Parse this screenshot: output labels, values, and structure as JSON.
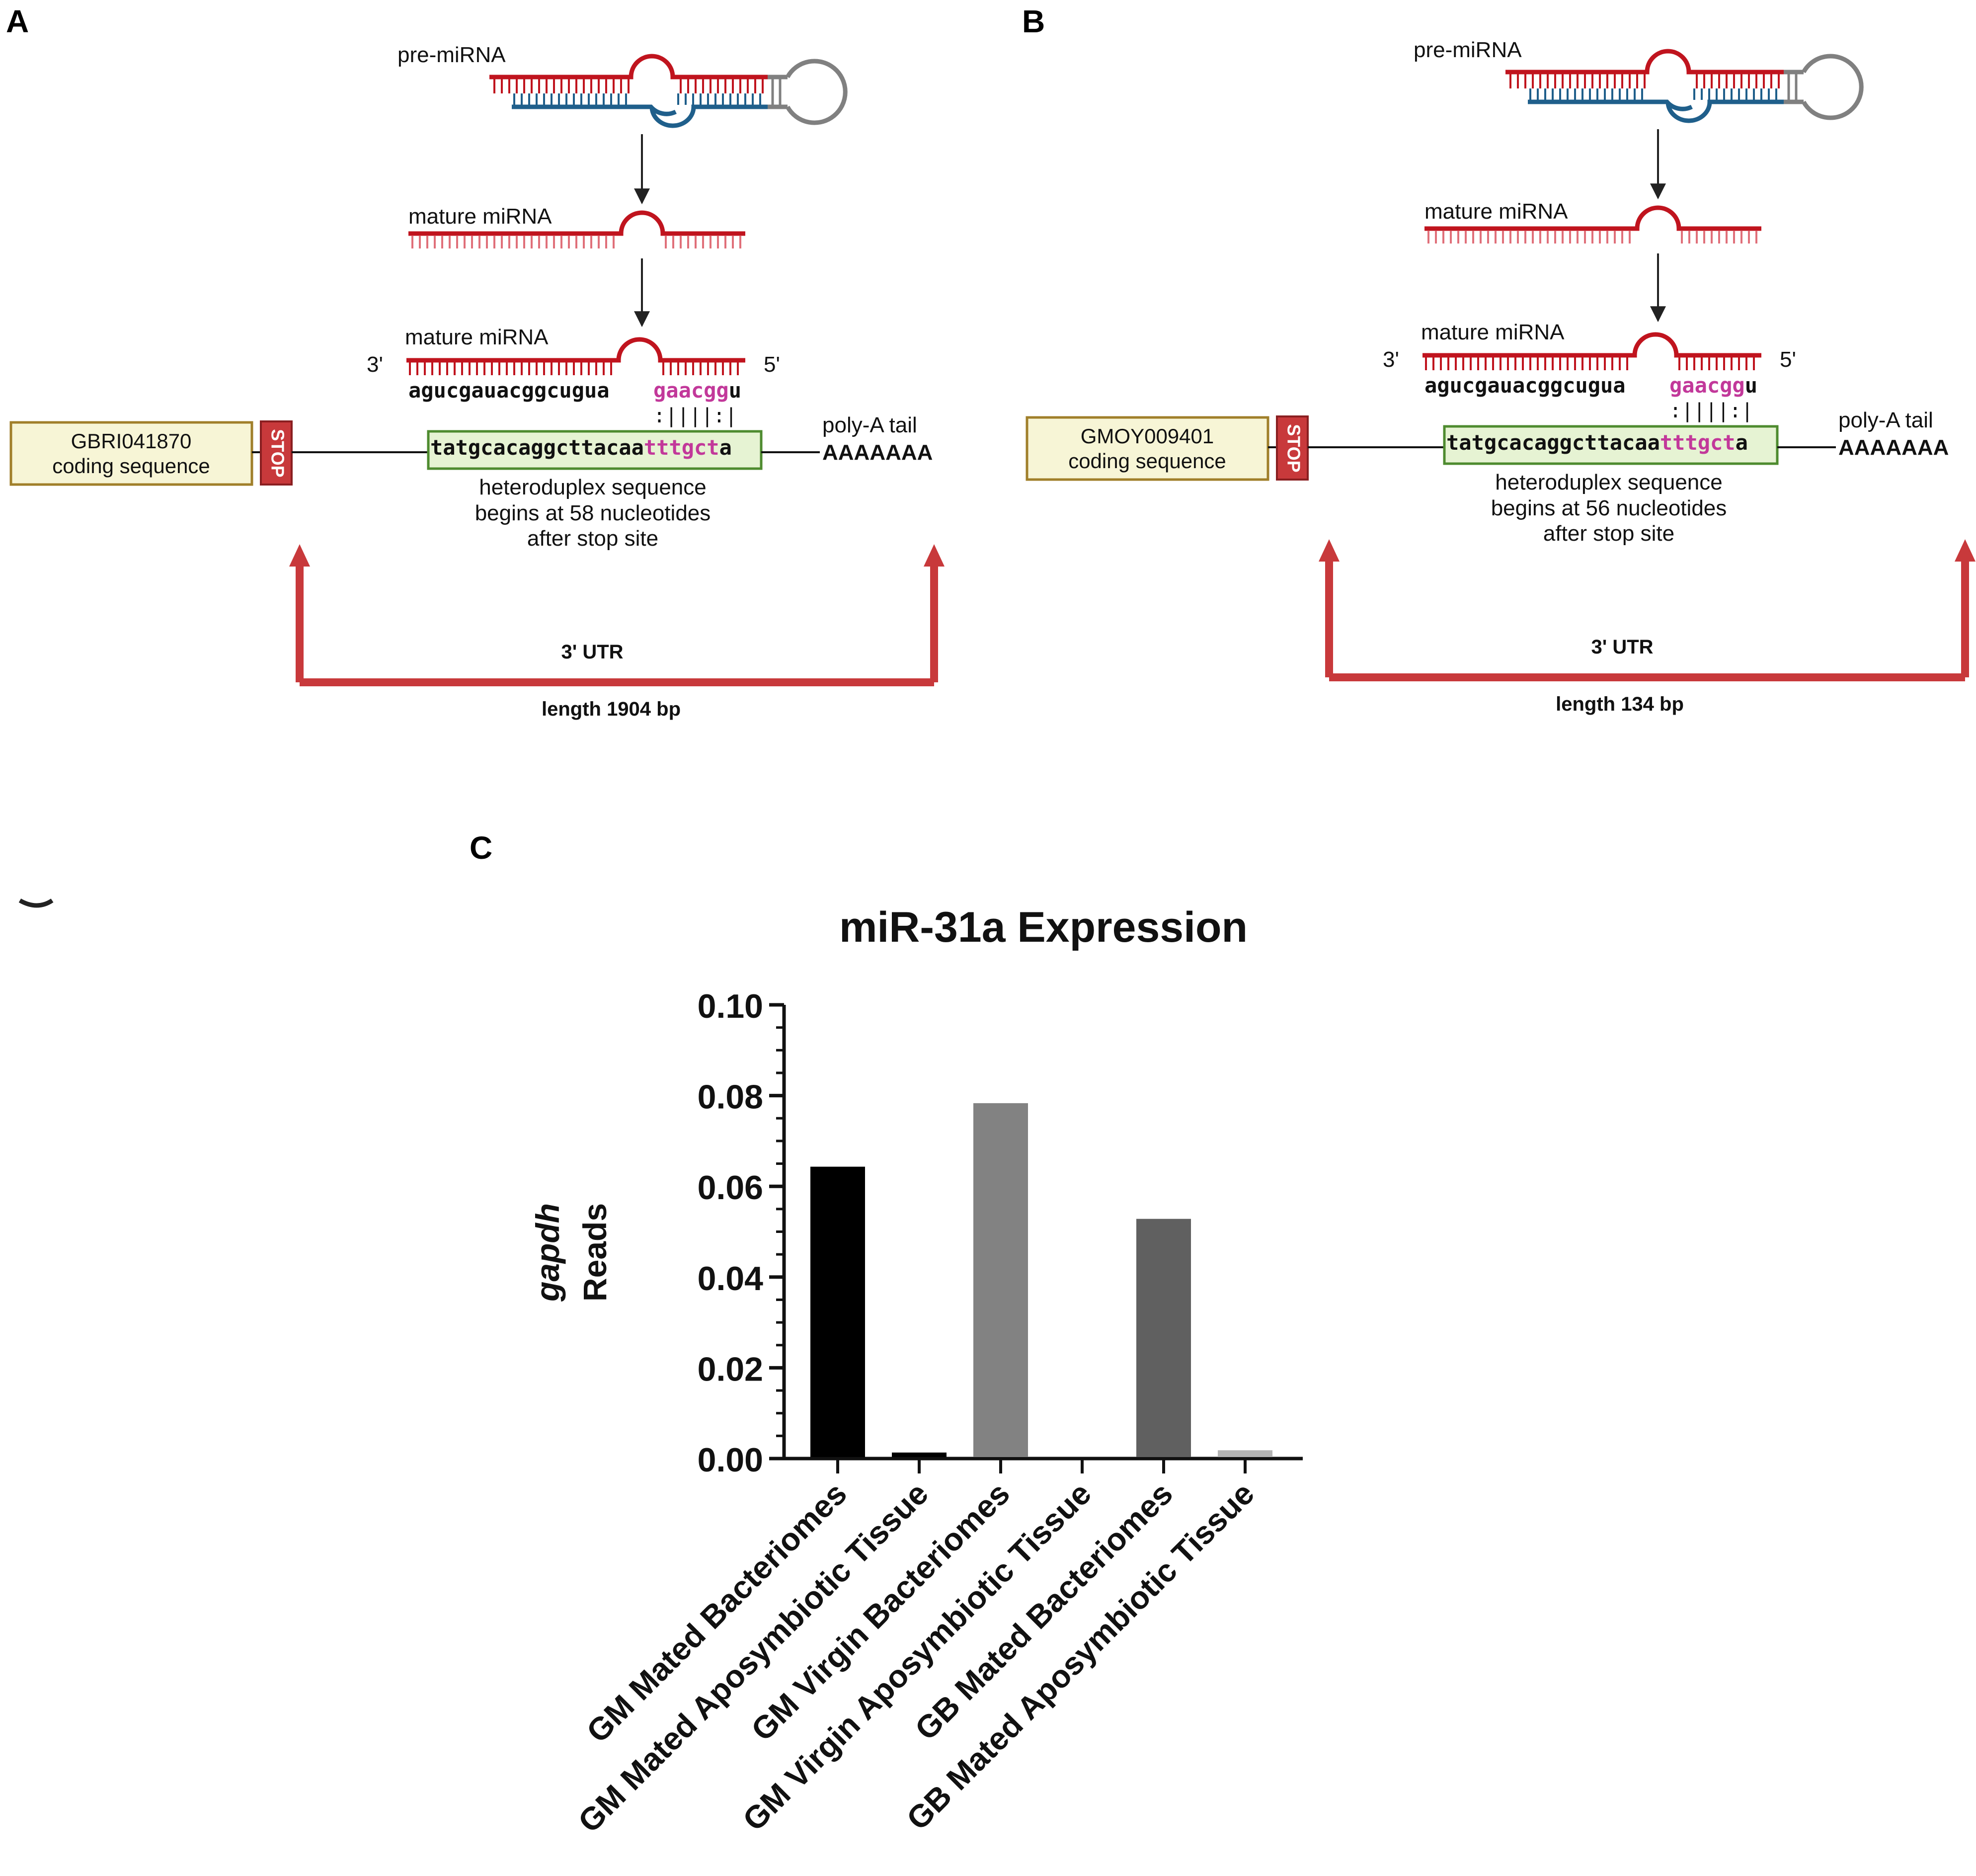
{
  "panel_a": {
    "panel_label": "A",
    "pre_mirna_label": "pre-miRNA",
    "mature_mirna_label_1": "mature miRNA",
    "mature_mirna_label_2": "mature miRNA",
    "three_prime": "3'",
    "five_prime": "5'",
    "mirna_seq_main": "agucgauacggcugua",
    "mirna_seq_seed": "gaacgg",
    "mirna_seq_end": "u",
    "pairing": ":||||:|",
    "gene_id": "GBRI041870",
    "coding_label": "coding sequence",
    "stop_label": "STOP",
    "target_seq_main": "tatgcacaggcttacaa",
    "target_seq_seed": "tttgct",
    "target_seq_end": "a",
    "polya_label": "poly-A tail",
    "polya_seq": "AAAAAAA",
    "desc_line1": "heteroduplex sequence",
    "desc_line2": "begins at 58 nucleotides",
    "desc_line3": "after stop site",
    "utr_label": "3' UTR",
    "length_label": "length 1904 bp"
  },
  "panel_b": {
    "panel_label": "B",
    "pre_mirna_label": "pre-miRNA",
    "mature_mirna_label_1": "mature miRNA",
    "mature_mirna_label_2": "mature miRNA",
    "three_prime": "3'",
    "five_prime": "5'",
    "mirna_seq_main": "agucgauacggcugua",
    "mirna_seq_seed": "gaacgg",
    "mirna_seq_end": "u",
    "pairing": ":||||:|",
    "gene_id": "GMOY009401",
    "coding_label": "coding sequence",
    "stop_label": "STOP",
    "target_seq_main": "tatgcacaggcttacaa",
    "target_seq_seed": "tttgct",
    "target_seq_end": "a",
    "polya_label": "poly-A tail",
    "polya_seq": "AAAAAAA",
    "desc_line1": "heteroduplex sequence",
    "desc_line2": "begins at 56 nucleotides",
    "desc_line3": "after stop site",
    "utr_label": "3' UTR",
    "length_label": "length 134 bp"
  },
  "panel_c": {
    "panel_label": "C"
  },
  "colors": {
    "mirna_red": "#c0141e",
    "strand_blue": "#1f5f8b",
    "loop_grey": "#808080",
    "seed_magenta": "#c2389a",
    "utr_red": "#c8393b",
    "stop_red": "#c8393b",
    "coding_fill": "#f7f5d6",
    "coding_border": "#a07f2a",
    "target_fill": "#e6f3d3",
    "target_border": "#4e8b2f"
  },
  "chart_data": {
    "type": "bar",
    "title": "miR-31a Expression",
    "ylabel_italic": "gapdh",
    "ylabel": "Reads",
    "ylim": [
      0,
      0.1
    ],
    "yticks": [
      "0.00",
      "0.02",
      "0.04",
      "0.06",
      "0.08",
      "0.10"
    ],
    "categories": [
      "GM Mated Bacteriomes",
      "GM Mated Aposymbiotic Tissue",
      "GM Virgin Bacteriomes",
      "GM Virgin Aposymbiotic Tissue",
      "GB Mated Bacteriomes",
      "GB Mated Aposymbiotic Tissue"
    ],
    "values": [
      0.064,
      0.001,
      0.078,
      0.0,
      0.0525,
      0.0015
    ],
    "bar_colors": [
      "#000000",
      "#000000",
      "#828282",
      "#000000",
      "#606060",
      "#b4b4b4"
    ]
  }
}
